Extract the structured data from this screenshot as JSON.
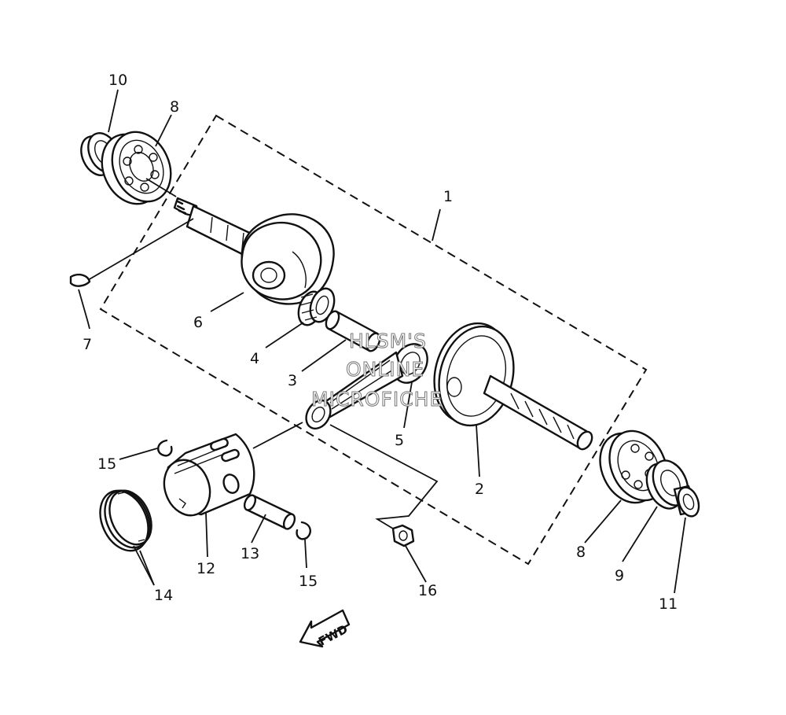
{
  "callouts": [
    {
      "id": "1",
      "label": "1"
    },
    {
      "id": "2",
      "label": "2"
    },
    {
      "id": "3",
      "label": "3"
    },
    {
      "id": "4",
      "label": "4"
    },
    {
      "id": "5",
      "label": "5"
    },
    {
      "id": "6",
      "label": "6"
    },
    {
      "id": "7",
      "label": "7"
    },
    {
      "id": "8a",
      "label": "8"
    },
    {
      "id": "8b",
      "label": "8"
    },
    {
      "id": "9",
      "label": "9"
    },
    {
      "id": "10",
      "label": "10"
    },
    {
      "id": "11",
      "label": "11"
    },
    {
      "id": "12",
      "label": "12"
    },
    {
      "id": "13",
      "label": "13"
    },
    {
      "id": "14",
      "label": "14"
    },
    {
      "id": "15a",
      "label": "15"
    },
    {
      "id": "15b",
      "label": "15"
    },
    {
      "id": "16",
      "label": "16"
    }
  ],
  "watermark": {
    "line1": "HLSM'S",
    "line2": "ONLINE",
    "line3": "MICROFICHE"
  },
  "direction_arrow": {
    "label": "FWD"
  },
  "colors": {
    "ink": "#111111",
    "paper": "#ffffff",
    "watermark": "#777777"
  }
}
